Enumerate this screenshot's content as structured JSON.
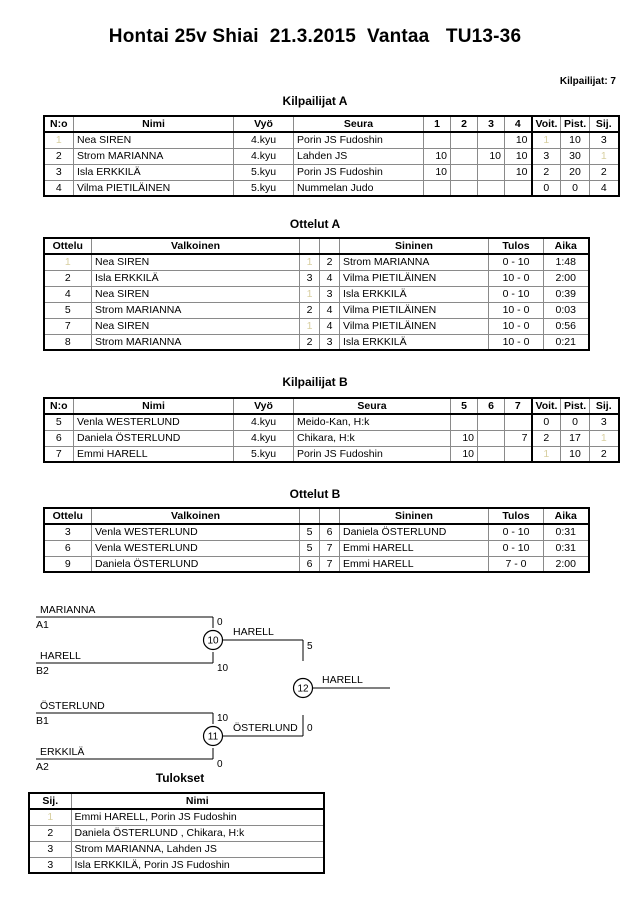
{
  "header": {
    "title": "Hontai 25v Shiai  21.3.2015  Vantaa   TU13-36",
    "entrant_count_label": "Kilpailijat: 7"
  },
  "sections": {
    "pool_a_caption": "Kilpailijat A",
    "matches_a_caption": "Ottelut A",
    "pool_b_caption": "Kilpailijat B",
    "matches_b_caption": "Ottelut B",
    "results_caption": "Tulokset"
  },
  "pool_a": {
    "headers": [
      "N:o",
      "Nimi",
      "Vyö",
      "Seura",
      "1",
      "2",
      "3",
      "4",
      "Voit.",
      "Pist.",
      "Sij."
    ],
    "rows": [
      {
        "no": "1",
        "no_faint": true,
        "nimi": "Nea SIREN",
        "vyo": "4.kyu",
        "seura": "Porin JS Fudoshin",
        "m": [
          "",
          "",
          "",
          "10"
        ],
        "voit": "1",
        "voit_faint": true,
        "pist": "10",
        "sij": "3",
        "sij_faint": false
      },
      {
        "no": "2",
        "no_faint": false,
        "nimi": "Strom MARIANNA",
        "vyo": "4.kyu",
        "seura": "Lahden JS",
        "m": [
          "10",
          "",
          "10",
          "10"
        ],
        "voit": "3",
        "voit_faint": false,
        "pist": "30",
        "sij": "1",
        "sij_faint": true
      },
      {
        "no": "3",
        "no_faint": false,
        "nimi": "Isla ERKKILÄ",
        "vyo": "5.kyu",
        "seura": "Porin JS Fudoshin",
        "m": [
          "10",
          "",
          "",
          "10"
        ],
        "voit": "2",
        "voit_faint": false,
        "pist": "20",
        "sij": "2",
        "sij_faint": false
      },
      {
        "no": "4",
        "no_faint": false,
        "nimi": "Vilma PIETILÄINEN",
        "vyo": "5.kyu",
        "seura": "Nummelan Judo",
        "m": [
          "",
          "",
          "",
          ""
        ],
        "voit": "0",
        "voit_faint": false,
        "pist": "0",
        "sij": "4",
        "sij_faint": false
      }
    ]
  },
  "matches_a": {
    "headers": [
      "Ottelu",
      "Valkoinen",
      "",
      "",
      "Sininen",
      "Tulos",
      "Aika"
    ],
    "rows": [
      {
        "ottelu": "1",
        "ottelu_faint": true,
        "valkoinen": "Nea SIREN",
        "wno": "1",
        "wno_faint": true,
        "bno": "2",
        "sininen": "Strom MARIANNA",
        "tulos": "0 - 10",
        "aika": "1:48"
      },
      {
        "ottelu": "2",
        "ottelu_faint": false,
        "valkoinen": "Isla ERKKILÄ",
        "wno": "3",
        "wno_faint": false,
        "bno": "4",
        "sininen": "Vilma PIETILÄINEN",
        "tulos": "10 - 0",
        "aika": "2:00"
      },
      {
        "ottelu": "4",
        "ottelu_faint": false,
        "valkoinen": "Nea SIREN",
        "wno": "1",
        "wno_faint": true,
        "bno": "3",
        "sininen": "Isla ERKKILÄ",
        "tulos": "0 - 10",
        "aika": "0:39"
      },
      {
        "ottelu": "5",
        "ottelu_faint": false,
        "valkoinen": "Strom MARIANNA",
        "wno": "2",
        "wno_faint": false,
        "bno": "4",
        "sininen": "Vilma PIETILÄINEN",
        "tulos": "10 - 0",
        "aika": "0:03"
      },
      {
        "ottelu": "7",
        "ottelu_faint": false,
        "valkoinen": "Nea SIREN",
        "wno": "1",
        "wno_faint": true,
        "bno": "4",
        "sininen": "Vilma PIETILÄINEN",
        "tulos": "10 - 0",
        "aika": "0:56"
      },
      {
        "ottelu": "8",
        "ottelu_faint": false,
        "valkoinen": "Strom MARIANNA",
        "wno": "2",
        "wno_faint": false,
        "bno": "3",
        "sininen": "Isla ERKKILÄ",
        "tulos": "10 - 0",
        "aika": "0:21"
      }
    ]
  },
  "pool_b": {
    "headers": [
      "N:o",
      "Nimi",
      "Vyö",
      "Seura",
      "5",
      "6",
      "7",
      "Voit.",
      "Pist.",
      "Sij."
    ],
    "rows": [
      {
        "no": "5",
        "nimi": "Venla WESTERLUND",
        "vyo": "4.kyu",
        "seura": "Meido-Kan, H:k",
        "m": [
          "",
          "",
          ""
        ],
        "voit": "0",
        "voit_faint": false,
        "pist": "0",
        "sij": "3",
        "sij_faint": false
      },
      {
        "no": "6",
        "nimi": "Daniela ÖSTERLUND",
        "vyo": "4.kyu",
        "seura": "Chikara, H:k",
        "m": [
          "10",
          "",
          "7"
        ],
        "voit": "2",
        "voit_faint": false,
        "pist": "17",
        "sij": "1",
        "sij_faint": true
      },
      {
        "no": "7",
        "nimi": "Emmi HARELL",
        "vyo": "5.kyu",
        "seura": "Porin JS Fudoshin",
        "m": [
          "10",
          "",
          ""
        ],
        "voit": "1",
        "voit_faint": true,
        "pist": "10",
        "sij": "2",
        "sij_faint": false
      }
    ]
  },
  "matches_b": {
    "headers": [
      "Ottelu",
      "Valkoinen",
      "",
      "",
      "Sininen",
      "Tulos",
      "Aika"
    ],
    "rows": [
      {
        "ottelu": "3",
        "valkoinen": "Venla WESTERLUND",
        "wno": "5",
        "bno": "6",
        "sininen": "Daniela ÖSTERLUND",
        "tulos": "0 - 10",
        "aika": "0:31"
      },
      {
        "ottelu": "6",
        "valkoinen": "Venla WESTERLUND",
        "wno": "5",
        "bno": "7",
        "sininen": "Emmi HARELL",
        "tulos": "0 - 10",
        "aika": "0:31"
      },
      {
        "ottelu": "9",
        "valkoinen": "Daniela ÖSTERLUND",
        "wno": "6",
        "bno": "7",
        "sininen": "Emmi HARELL",
        "tulos": "7 - 0",
        "aika": "2:00"
      }
    ]
  },
  "bracket": {
    "semi1": {
      "top_name": "MARIANNA",
      "top_seed": "A1",
      "top_score": "0",
      "bottom_name": "HARELL",
      "bottom_seed": "B2",
      "bottom_score": "10",
      "match_no": "10",
      "winner": "HARELL"
    },
    "semi2": {
      "top_name": "ÖSTERLUND",
      "top_seed": "B1",
      "top_score": "10",
      "bottom_name": "ERKKILÄ",
      "bottom_seed": "A2",
      "bottom_score": "0",
      "match_no": "11",
      "winner": "ÖSTERLUND"
    },
    "final": {
      "top_score": "5",
      "bottom_score": "0",
      "match_no": "12",
      "winner": "HARELL"
    }
  },
  "results": {
    "headers": [
      "Sij.",
      "Nimi"
    ],
    "rows": [
      {
        "sij": "1",
        "sij_faint": true,
        "nimi": "Emmi HARELL, Porin JS Fudoshin"
      },
      {
        "sij": "2",
        "sij_faint": false,
        "nimi": "Daniela ÖSTERLUND , Chikara, H:k"
      },
      {
        "sij": "3",
        "sij_faint": false,
        "nimi": "Strom MARIANNA, Lahden JS"
      },
      {
        "sij": "3",
        "sij_faint": false,
        "nimi": "Isla ERKKILÄ, Porin JS Fudoshin"
      }
    ]
  }
}
